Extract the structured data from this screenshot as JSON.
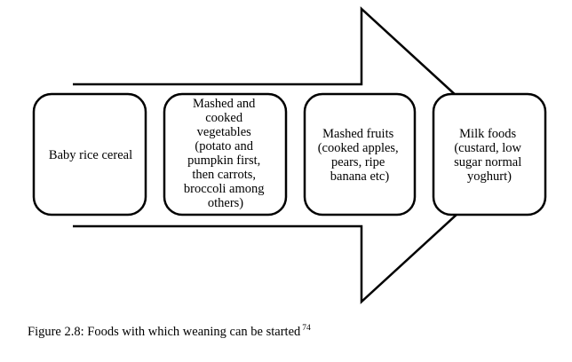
{
  "stages": [
    {
      "id": "baby-rice-cereal",
      "lines": [
        "Baby rice cereal"
      ]
    },
    {
      "id": "vegetables",
      "lines": [
        "Mashed and",
        "cooked",
        "vegetables",
        "(potato and",
        "pumpkin first,",
        "then carrots,",
        "broccoli among",
        "others)"
      ]
    },
    {
      "id": "fruits",
      "lines": [
        "Mashed fruits",
        "(cooked apples,",
        "pears, ripe",
        "banana etc)"
      ]
    },
    {
      "id": "milk-foods",
      "lines": [
        "Milk foods",
        "(custard, low",
        "sugar normal",
        "yoghurt)"
      ]
    }
  ],
  "caption": {
    "text": "Figure 2.8: Foods with which weaning can be started",
    "reference": "74"
  }
}
